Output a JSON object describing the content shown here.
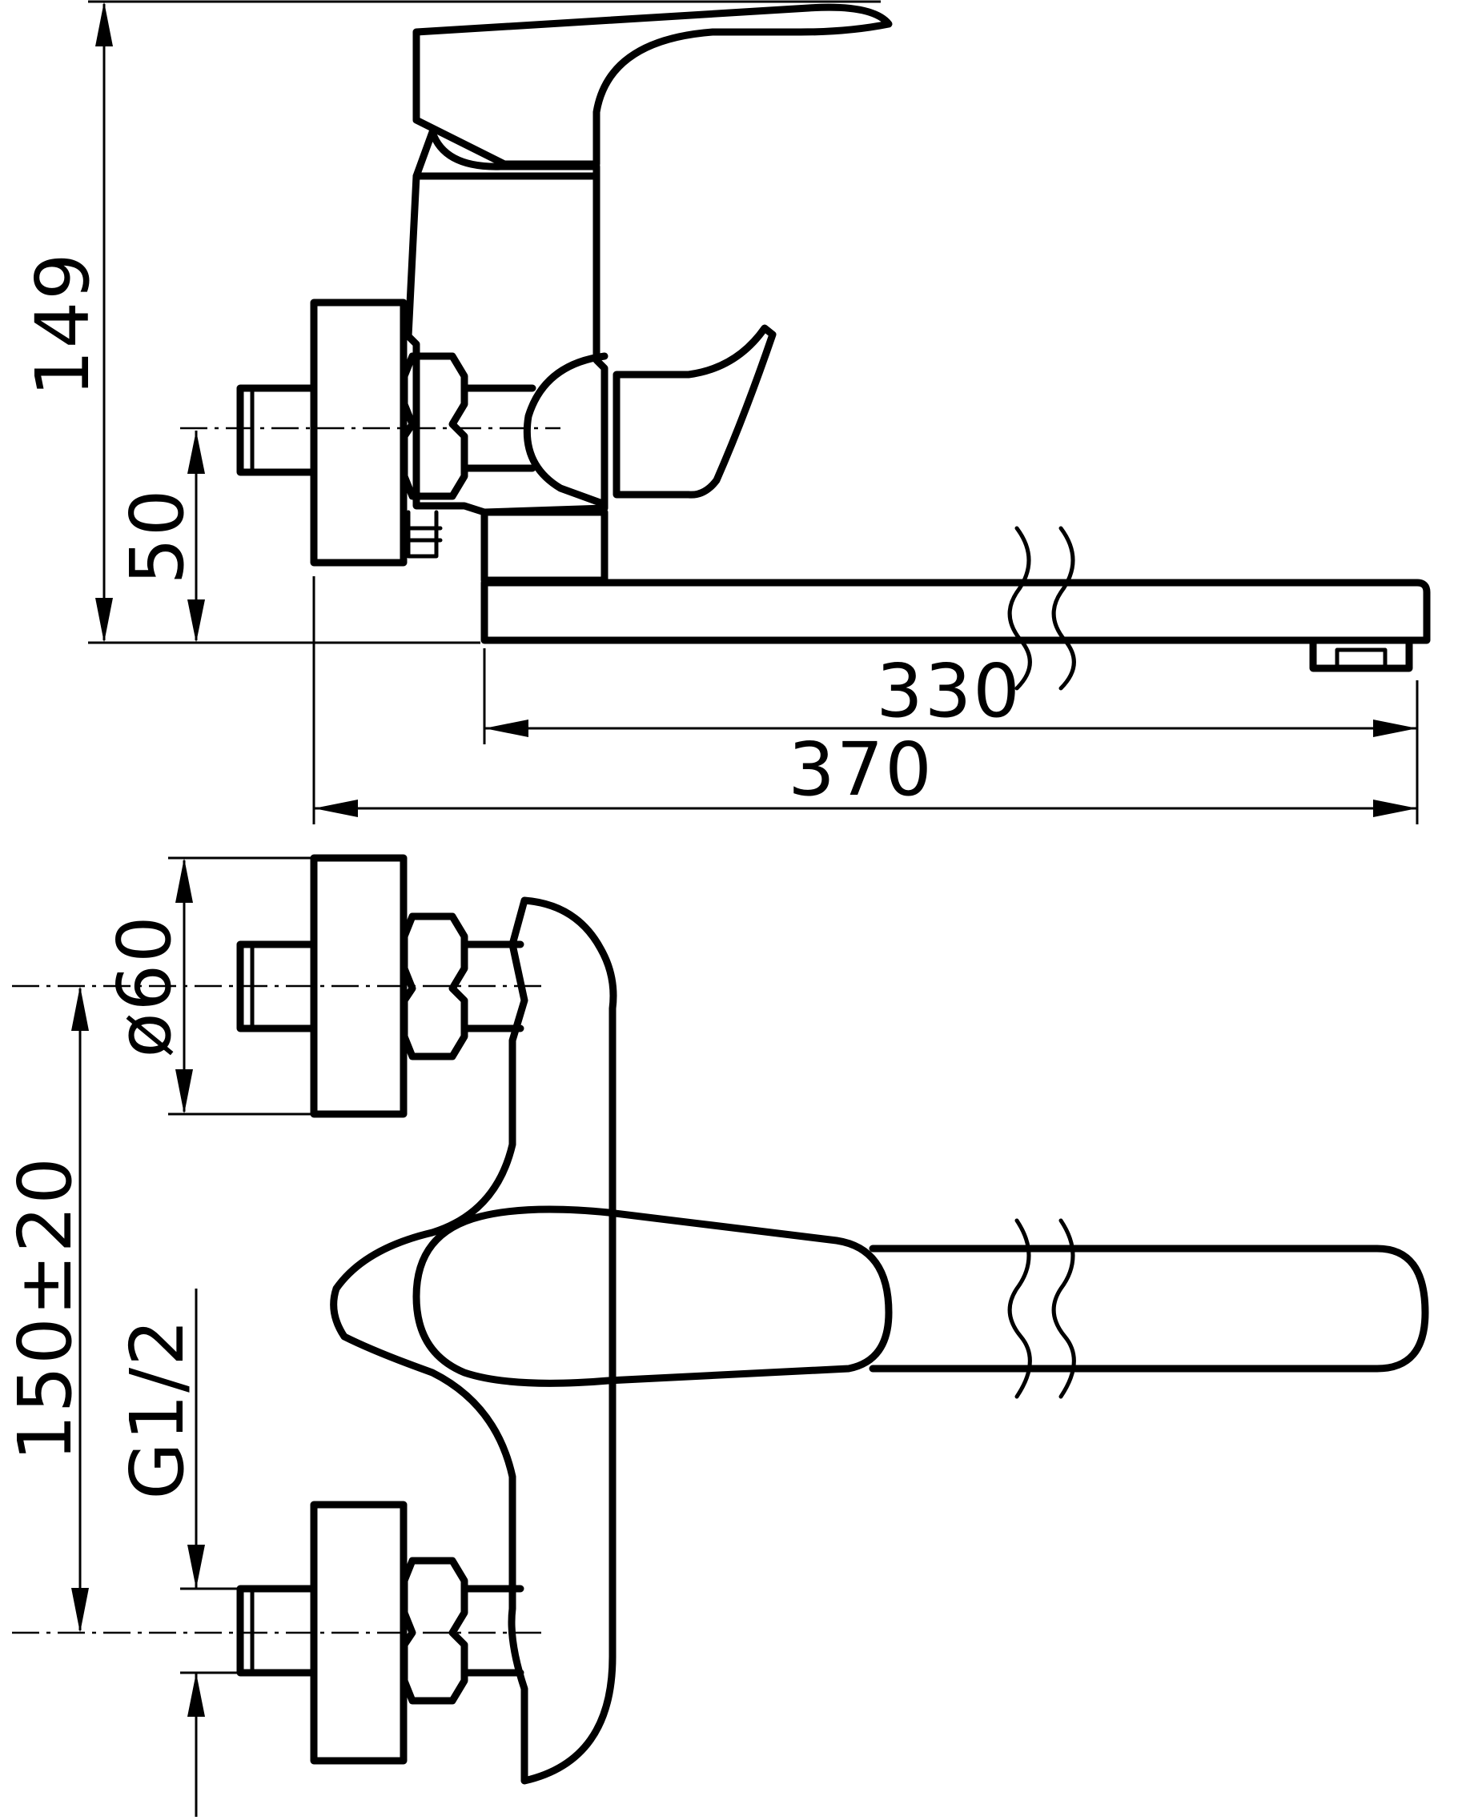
{
  "diagram": {
    "colors": {
      "line": "#000000",
      "background": "#ffffff"
    },
    "side_view": {
      "dim_total_height": "149",
      "dim_axis_to_spout": "50",
      "dim_spout_length": "330",
      "dim_overall_length": "370"
    },
    "top_view": {
      "dim_flange_diameter": "ø60",
      "dim_inlet_spacing": "150±20",
      "dim_thread": "G1/2"
    }
  }
}
